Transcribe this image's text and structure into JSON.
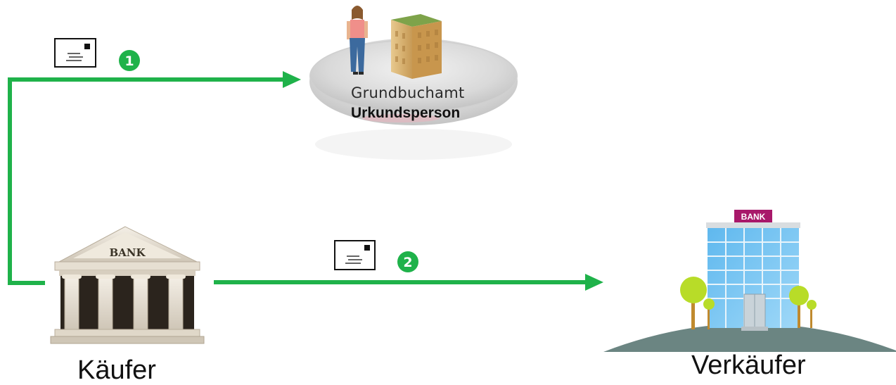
{
  "nodes": {
    "grundbuchamt": {
      "title": "Grundbuchamt",
      "subtitle": "Urkundsperson"
    },
    "buyer_bank": {
      "bank_sign": "BANK",
      "label": "Käufer"
    },
    "seller_bank": {
      "bank_sign": "BANK",
      "label": "Verkäufer"
    }
  },
  "steps": [
    {
      "number": "1"
    },
    {
      "number": "2"
    }
  ],
  "colors": {
    "arrow": "#1fb24a",
    "step_badge": "#1fb24a",
    "seller_bank_sign": "#a8186a"
  },
  "icons": [
    "envelope-icon",
    "envelope-icon",
    "woman-figure-icon",
    "building-icon",
    "classical-bank-icon",
    "modern-bank-icon",
    "tree-icon"
  ]
}
